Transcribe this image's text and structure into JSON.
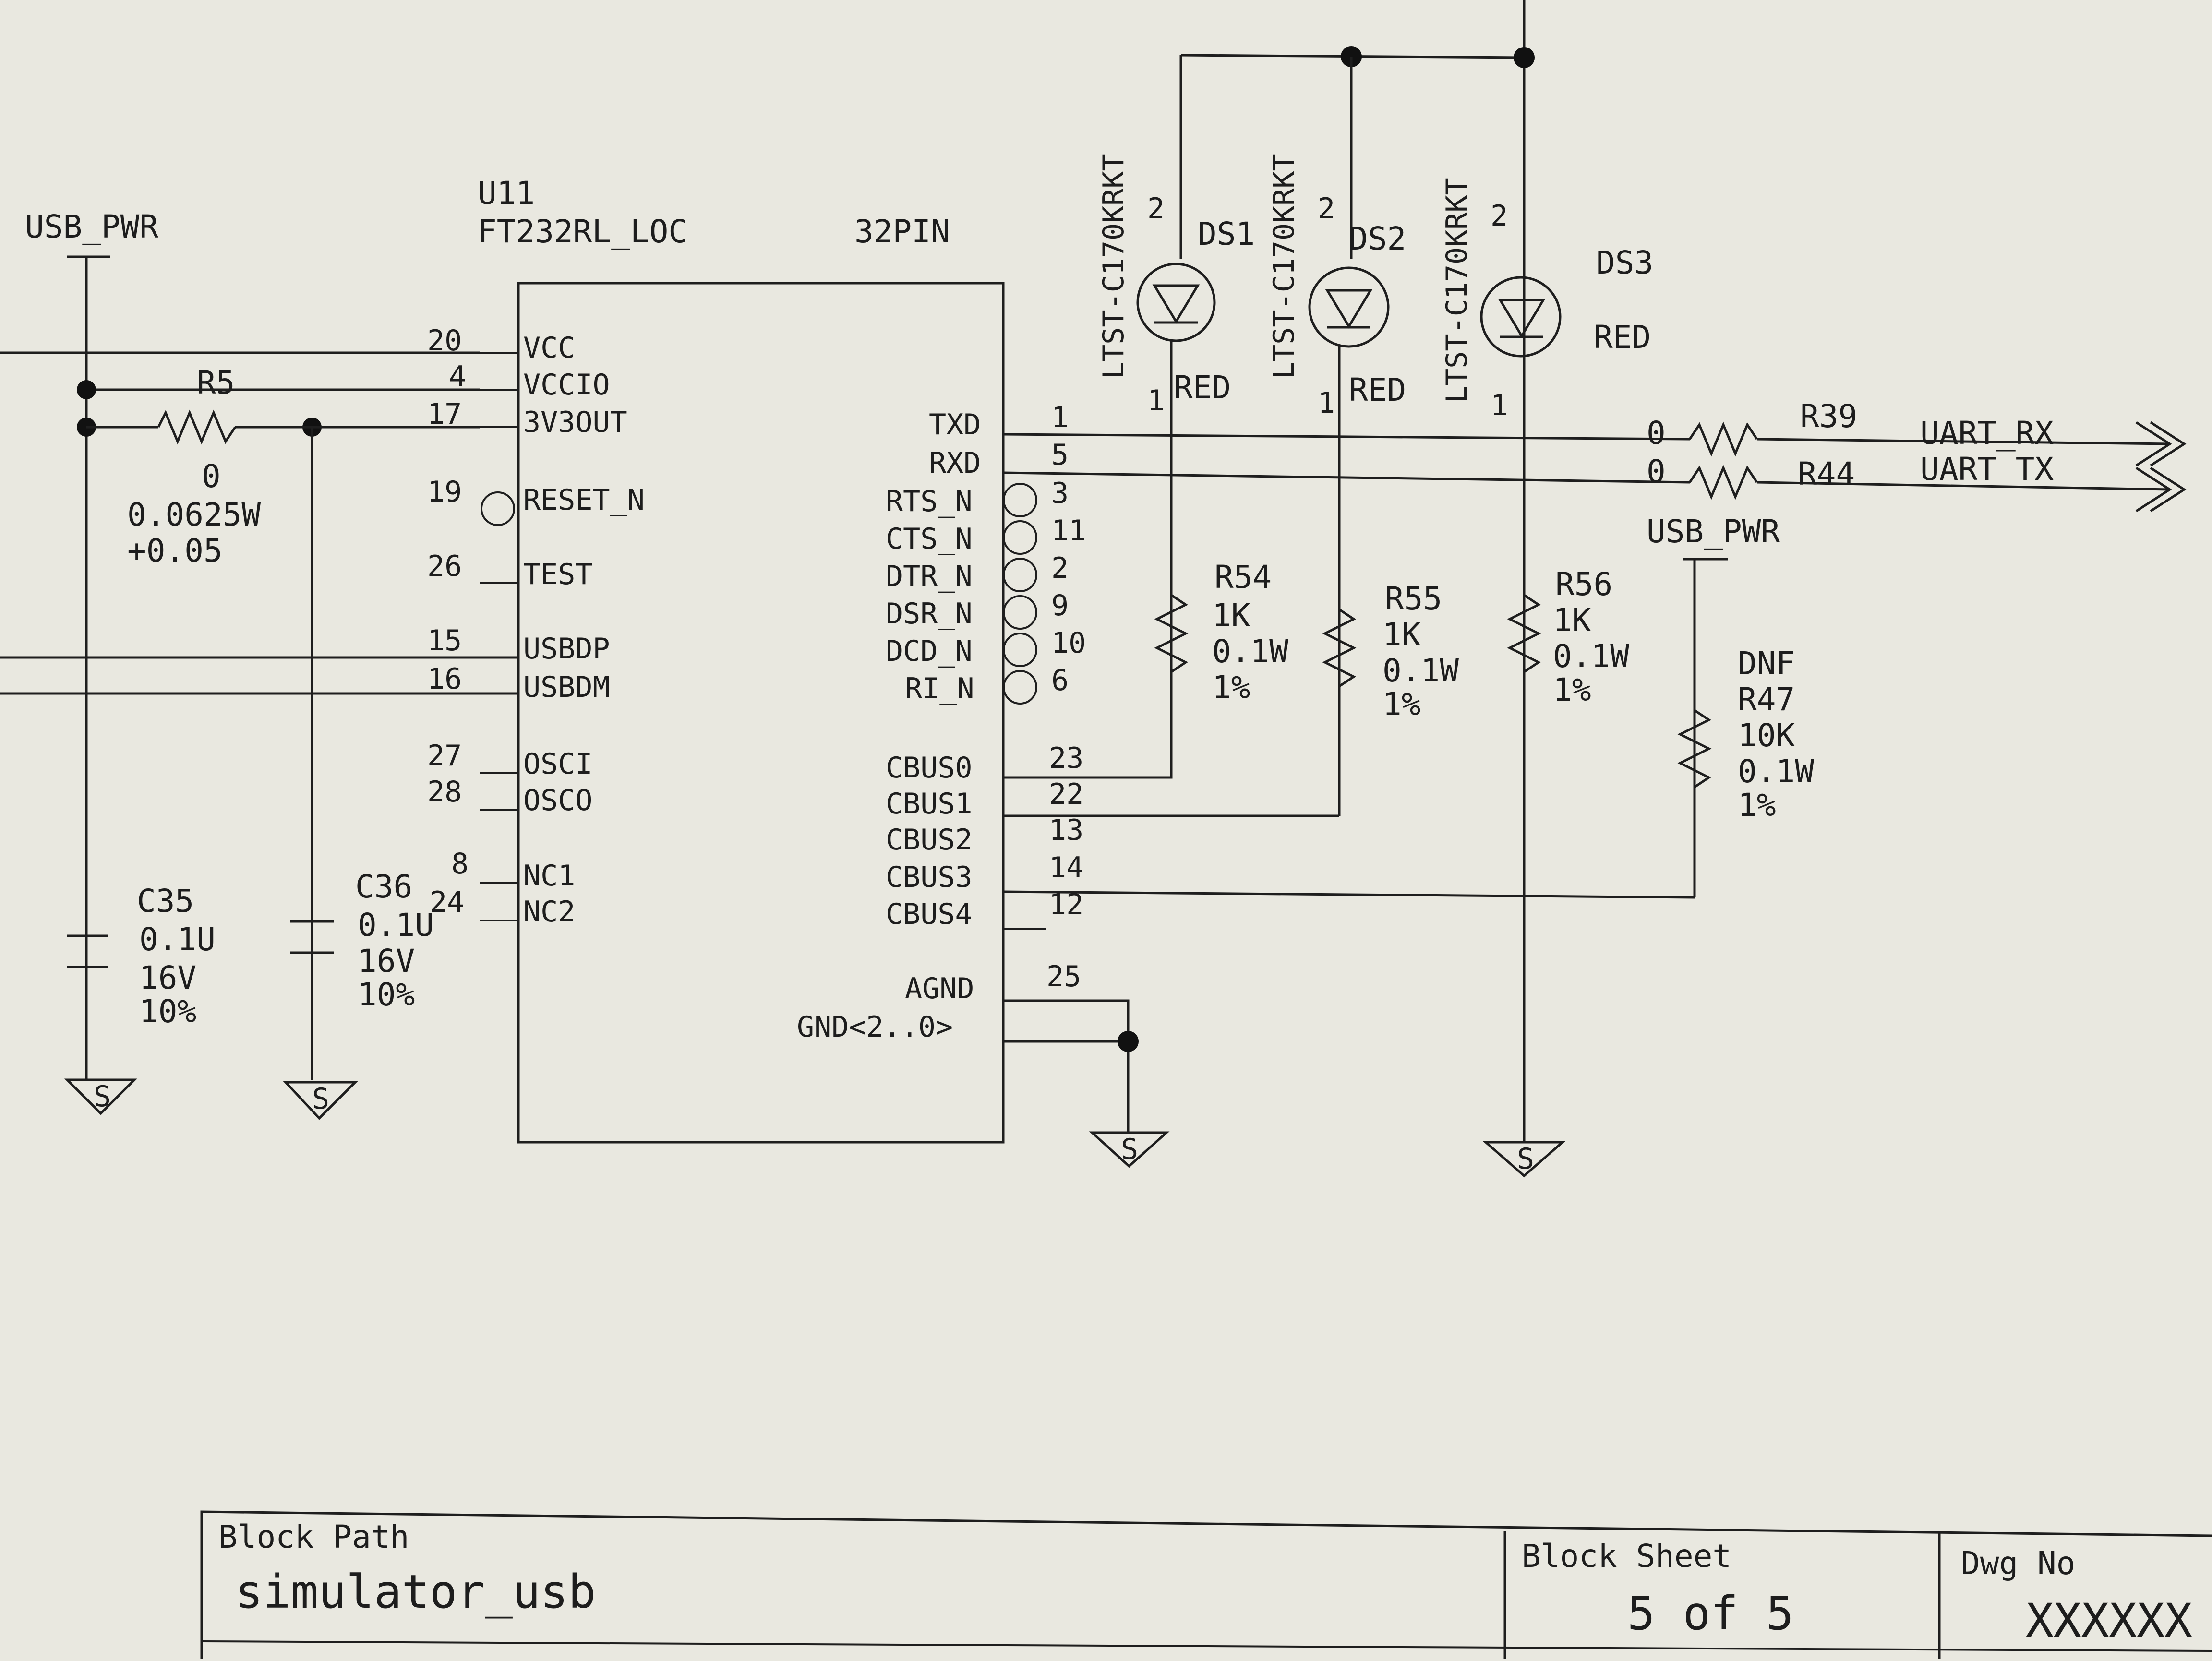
{
  "colors": {
    "paper": "#e9e8e0",
    "ink": "#1e1e1e"
  },
  "power": {
    "net_left": "USB_PWR",
    "net_right": "USB_PWR",
    "ground_symbol": "S"
  },
  "ic": {
    "refdes": "U11",
    "part": "FT232RL_LOC",
    "package": "32PIN",
    "left_pins": [
      {
        "num": "20",
        "name": "VCC"
      },
      {
        "num": "4",
        "name": "VCCIO"
      },
      {
        "num": "17",
        "name": "3V3OUT"
      },
      {
        "num": "19",
        "name": "RESET_N"
      },
      {
        "num": "26",
        "name": "TEST"
      },
      {
        "num": "15",
        "name": "USBDP"
      },
      {
        "num": "16",
        "name": "USBDM"
      },
      {
        "num": "27",
        "name": "OSCI"
      },
      {
        "num": "28",
        "name": "OSCO"
      },
      {
        "num": "8",
        "name": "NC1"
      },
      {
        "num": "24",
        "name": "NC2"
      }
    ],
    "right_pins": [
      {
        "num": "1",
        "name": "TXD"
      },
      {
        "num": "5",
        "name": "RXD"
      },
      {
        "num": "3",
        "name": "RTS_N"
      },
      {
        "num": "11",
        "name": "CTS_N"
      },
      {
        "num": "2",
        "name": "DTR_N"
      },
      {
        "num": "9",
        "name": "DSR_N"
      },
      {
        "num": "10",
        "name": "DCD_N"
      },
      {
        "num": "6",
        "name": "RI_N"
      },
      {
        "num": "23",
        "name": "CBUS0"
      },
      {
        "num": "22",
        "name": "CBUS1"
      },
      {
        "num": "13",
        "name": "CBUS2"
      },
      {
        "num": "14",
        "name": "CBUS3"
      },
      {
        "num": "12",
        "name": "CBUS4"
      },
      {
        "num": "25",
        "name": "AGND"
      },
      {
        "num": "",
        "name": "GND<2..0>"
      }
    ]
  },
  "r5": {
    "ref": "R5",
    "value": "0",
    "power": "0.0625W",
    "tol": "+0.05"
  },
  "c35": {
    "ref": "C35",
    "value": "0.1U",
    "voltage": "16V",
    "tol": "10%"
  },
  "c36": {
    "ref": "C36",
    "value": "0.1U",
    "voltage": "16V",
    "tol": "10%"
  },
  "leds": [
    {
      "ref": "DS1",
      "part": "LTST-C170KRKT",
      "color": "RED",
      "pin_a": "2",
      "pin_k": "1"
    },
    {
      "ref": "DS2",
      "part": "LTST-C170KRKT",
      "color": "RED",
      "pin_a": "2",
      "pin_k": "1"
    },
    {
      "ref": "DS3",
      "part": "LTST-C170KRKT",
      "color": "RED",
      "pin_a": "2",
      "pin_k": "1"
    }
  ],
  "led_resistors": [
    {
      "ref": "R54",
      "value": "1K",
      "power": "0.1W",
      "tol": "1%"
    },
    {
      "ref": "R55",
      "value": "1K",
      "power": "0.1W",
      "tol": "1%"
    },
    {
      "ref": "R56",
      "value": "1K",
      "power": "0.1W",
      "tol": "1%"
    }
  ],
  "series": [
    {
      "ref": "R39",
      "value": "0",
      "net": "UART_RX"
    },
    {
      "ref": "R44",
      "value": "0",
      "net": "UART_TX"
    }
  ],
  "r47": {
    "dnf": "DNF",
    "ref": "R47",
    "value": "10K",
    "power": "0.1W",
    "tol": "1%"
  },
  "title_block": {
    "block_path_label": "Block Path",
    "block_path": "simulator_usb",
    "block_sheet_label": "Block Sheet",
    "block_sheet": "5 of 5",
    "dwg_no_label": "Dwg No",
    "dwg_no": "XXXXXX"
  }
}
